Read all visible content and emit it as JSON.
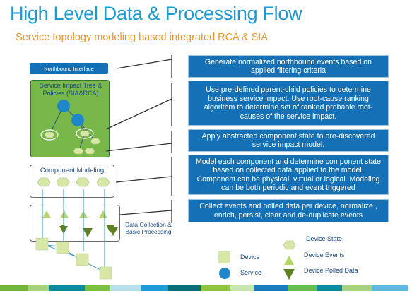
{
  "title": "High Level Data & Processing Flow",
  "subtitle": "Service topology modeling based integrated RCA & SIA",
  "left": {
    "northbound_label": "Northbound Interface",
    "sit_label": "Service Impact Tree & Policies (SIA&RCA)",
    "component_modeling_label": "Component Modeling",
    "data_collection_label": "Data Collection & Basic Processing"
  },
  "panels": [
    {
      "text": "Generate normalized northbound events based on applied filtering criteria"
    },
    {
      "text": "Use pre-defined parent-child policies to determine business service impact. Use root-cause ranking algorithm to determine set of ranked probable root-causes of the service impact."
    },
    {
      "text": "Apply abstracted component state to pre-discovered service impact model."
    },
    {
      "text": "Model each component and determine component state based on collected data applied to the model. Component can be physical, virtual or logical. Modeling can be both periodic and event triggered"
    },
    {
      "text": "Collect events and polled data per device, normalize , enrich, persist, clear and de-duplicate events"
    }
  ],
  "legend": {
    "device": "Device",
    "service": "Service",
    "device_state": "Device State",
    "device_events": "Device Events",
    "device_polled_data": "Device Polled Data"
  },
  "colors": {
    "title": "#1a9ad6",
    "subtitle": "#f0962a",
    "panel": "#1670b5",
    "green_box": "#78b84a",
    "device": "#d7e8a6",
    "service": "#1f86c9",
    "event": "#b5d56a",
    "polled": "#5d7f1e"
  }
}
